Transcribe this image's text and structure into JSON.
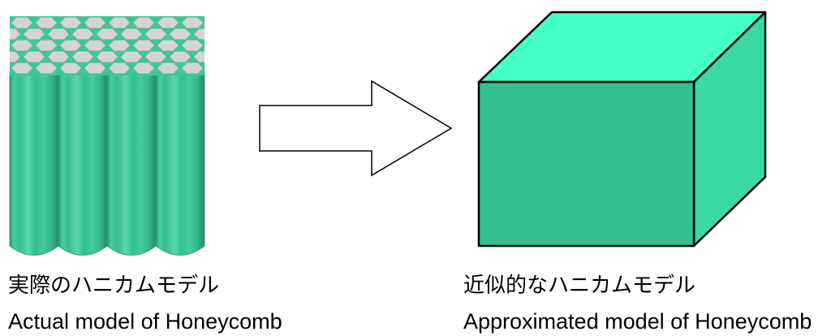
{
  "actual_model": {
    "caption_ja": "実際のハニカムモデル",
    "caption_en": "Actual model of Honeycomb"
  },
  "approximated_model": {
    "caption_ja": "近似的なハニカムモデル",
    "caption_en": "Approximated model of Honeycomb"
  },
  "colors": {
    "honeycomb_wall": "#3CC894",
    "honeycomb_cell": "#D4D4D4",
    "arrow_fill": "#FFFFFF",
    "cube_top": "#44FFC7",
    "cube_front": "#33BF8F",
    "cube_side": "#3AD8A2",
    "outline": "#000000"
  }
}
